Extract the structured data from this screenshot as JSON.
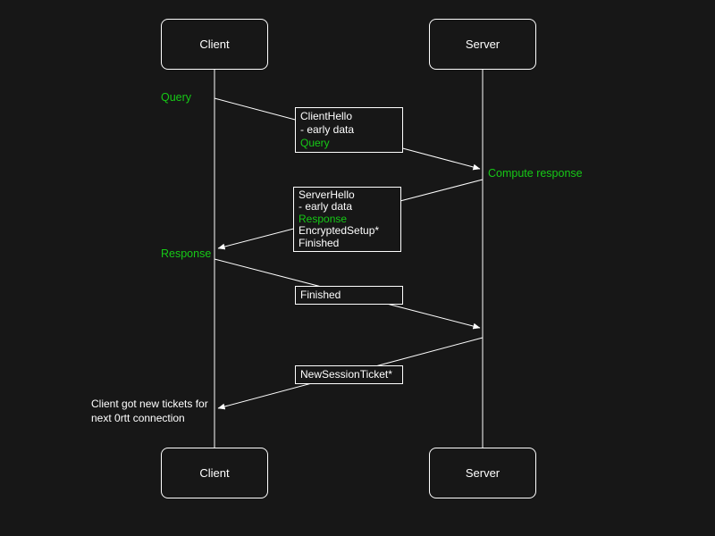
{
  "colors": {
    "background": "#171717",
    "line": "#ffffff",
    "text": "#ffffff",
    "accent_green": "#16c916"
  },
  "actors": {
    "client": "Client",
    "server": "Server"
  },
  "annotations": {
    "query": "Query",
    "compute_response": "Compute response",
    "response": "Response"
  },
  "messages": {
    "client_hello": [
      "ClientHello",
      "- early data",
      "Query"
    ],
    "server_hello": [
      "ServerHello",
      "- early data",
      "Response",
      "EncryptedSetup*",
      "Finished"
    ],
    "finished": [
      "Finished"
    ],
    "new_session_ticket": [
      "NewSessionTicket*"
    ]
  },
  "note": {
    "line1": "Client got new tickets for",
    "line2": "next 0rtt connection"
  }
}
